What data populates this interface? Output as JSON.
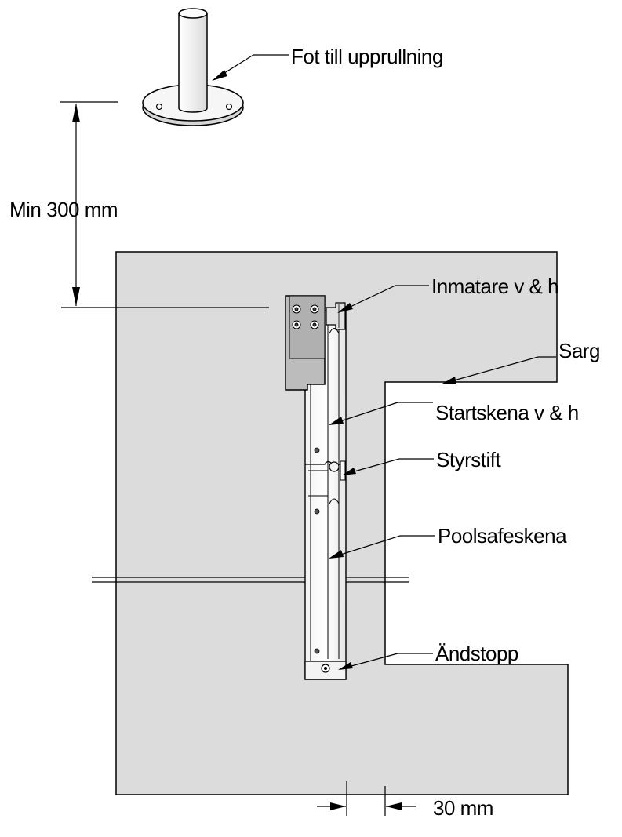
{
  "labels": {
    "foot": "Fot till upprullning",
    "min_distance": "Min 300 mm",
    "feeder": "Inmatare v & h",
    "frame": "Sarg",
    "start_rail": "Startskena v & h",
    "guide_pin": "Styrstift",
    "pool_rail": "Poolsafeskena",
    "end_stop": "Ändstopp",
    "gap": "30 mm"
  }
}
